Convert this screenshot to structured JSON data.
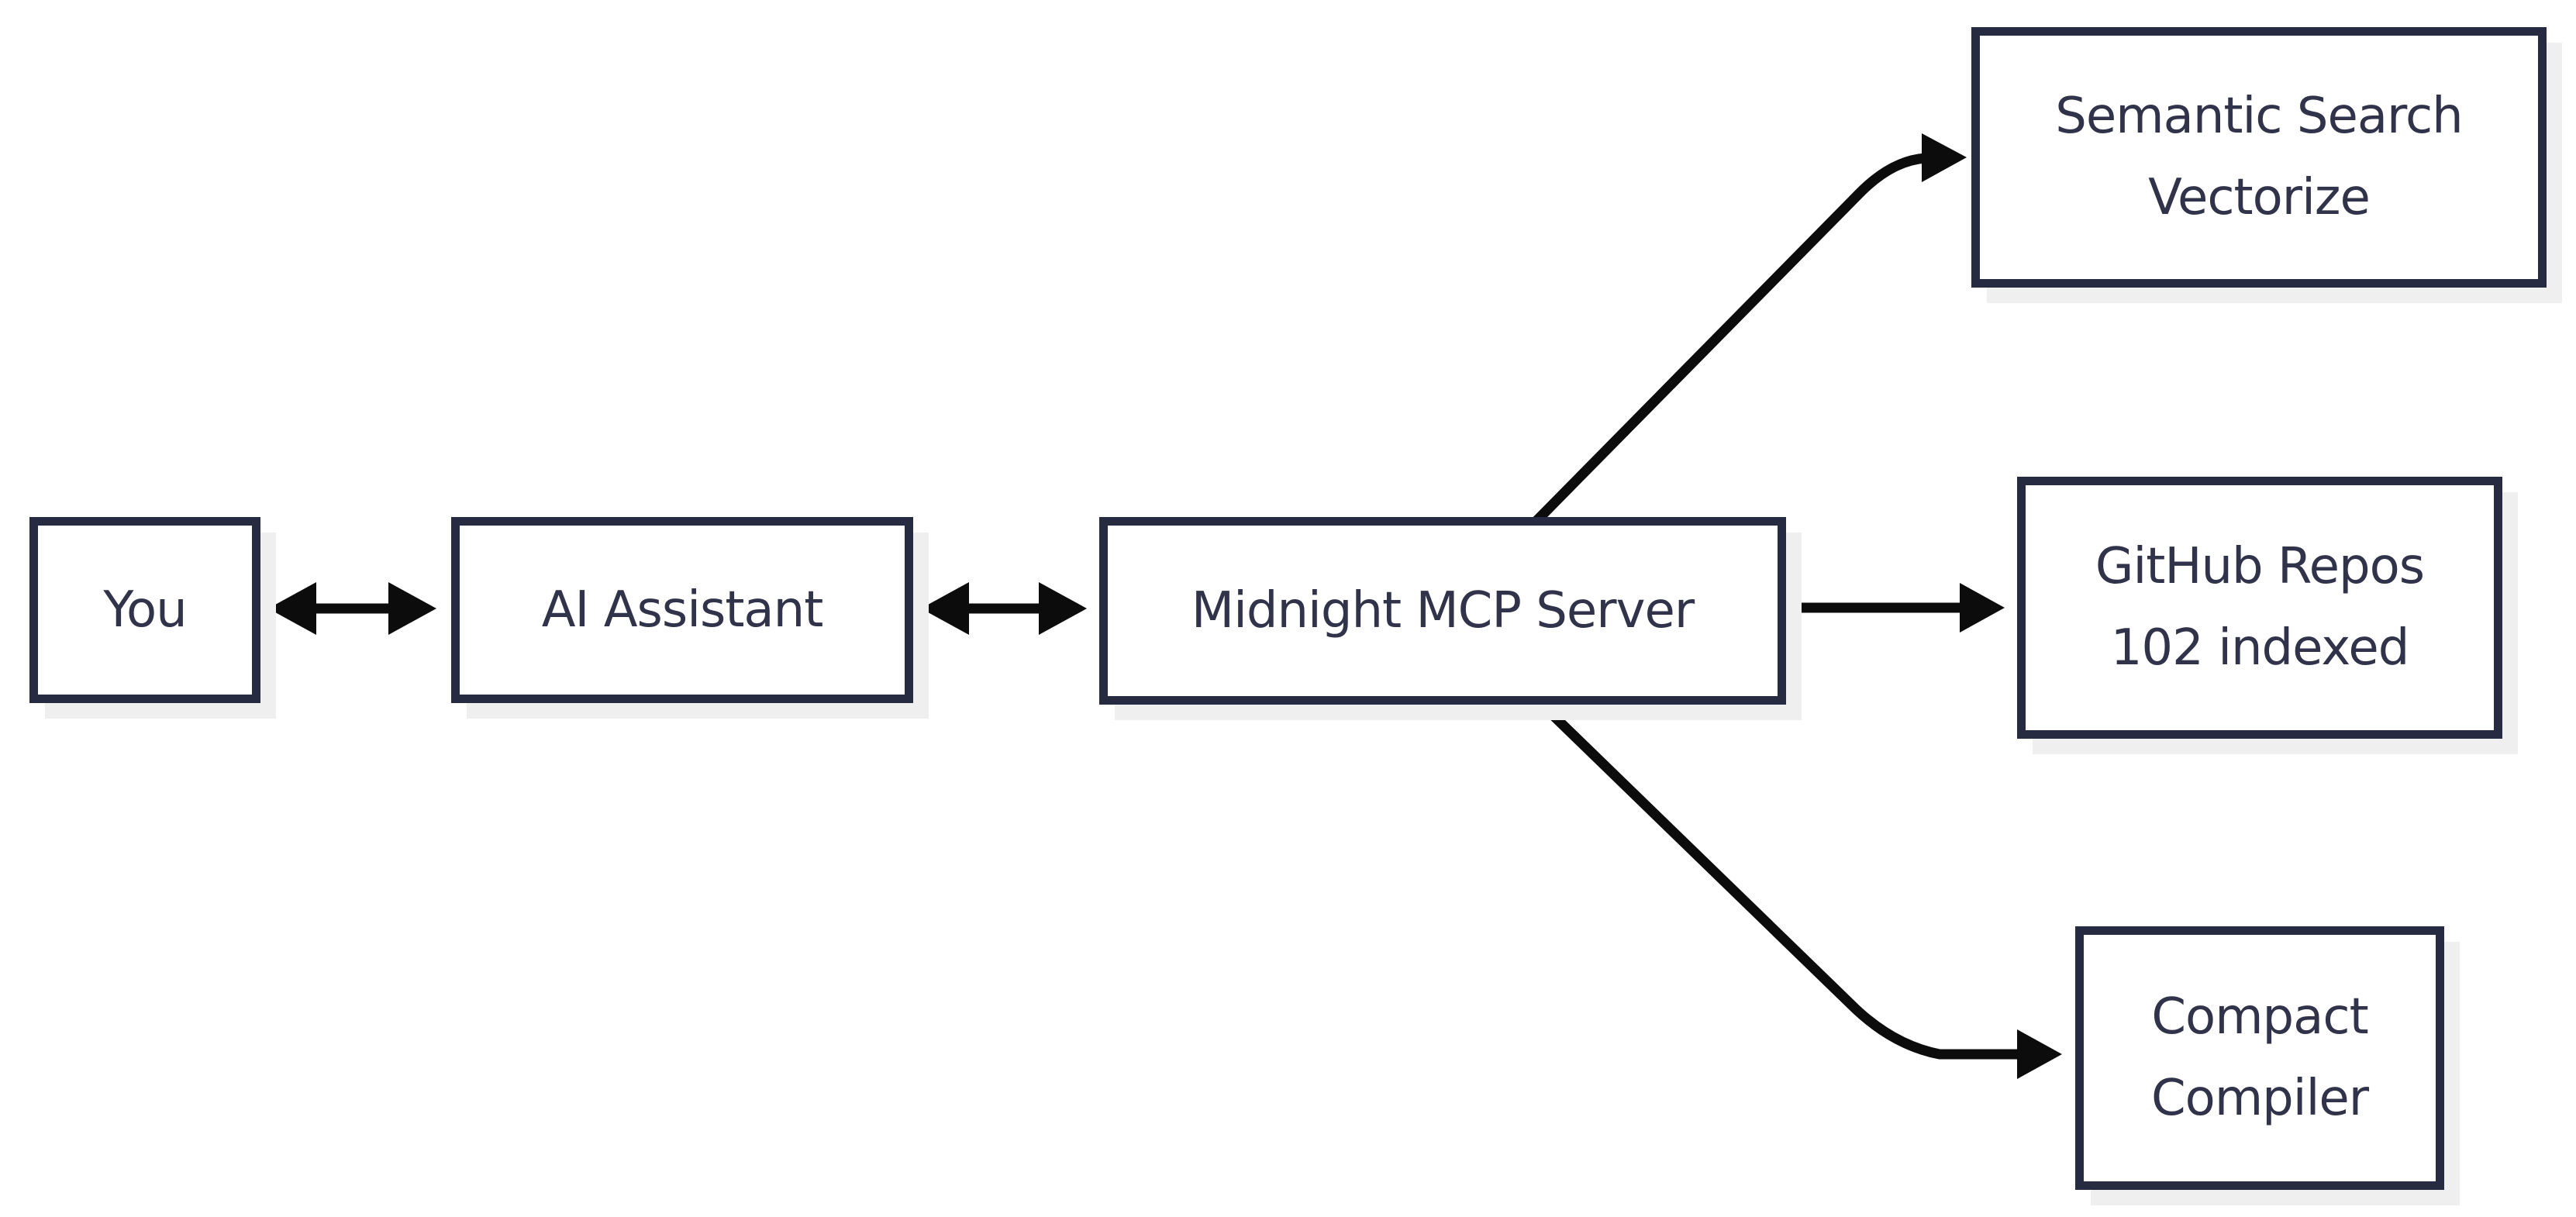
{
  "diagram": {
    "type": "flowchart",
    "background": "#ffffff",
    "colors": {
      "box_border": "#272b41",
      "box_fill": "#ffffff",
      "text": "#303349",
      "arrow": "#0c0c0c",
      "box_shadow": "#efefef"
    },
    "nodes": [
      {
        "id": "you",
        "lines": [
          "You"
        ]
      },
      {
        "id": "ai-assistant",
        "lines": [
          "AI Assistant"
        ]
      },
      {
        "id": "mcp-server",
        "lines": [
          "Midnight MCP Server"
        ]
      },
      {
        "id": "semantic-search",
        "lines": [
          "Semantic Search",
          "Vectorize"
        ]
      },
      {
        "id": "github-repos",
        "lines": [
          "GitHub Repos",
          "102 indexed"
        ]
      },
      {
        "id": "compact-compiler",
        "lines": [
          "Compact",
          "Compiler"
        ]
      }
    ],
    "edges": [
      {
        "from": "you",
        "to": "ai-assistant",
        "direction": "bidirectional",
        "style": "straight"
      },
      {
        "from": "ai-assistant",
        "to": "mcp-server",
        "direction": "bidirectional",
        "style": "straight"
      },
      {
        "from": "mcp-server",
        "to": "semantic-search",
        "direction": "forward",
        "style": "curved-up"
      },
      {
        "from": "mcp-server",
        "to": "github-repos",
        "direction": "forward",
        "style": "straight"
      },
      {
        "from": "mcp-server",
        "to": "compact-compiler",
        "direction": "forward",
        "style": "curved-down"
      }
    ]
  }
}
